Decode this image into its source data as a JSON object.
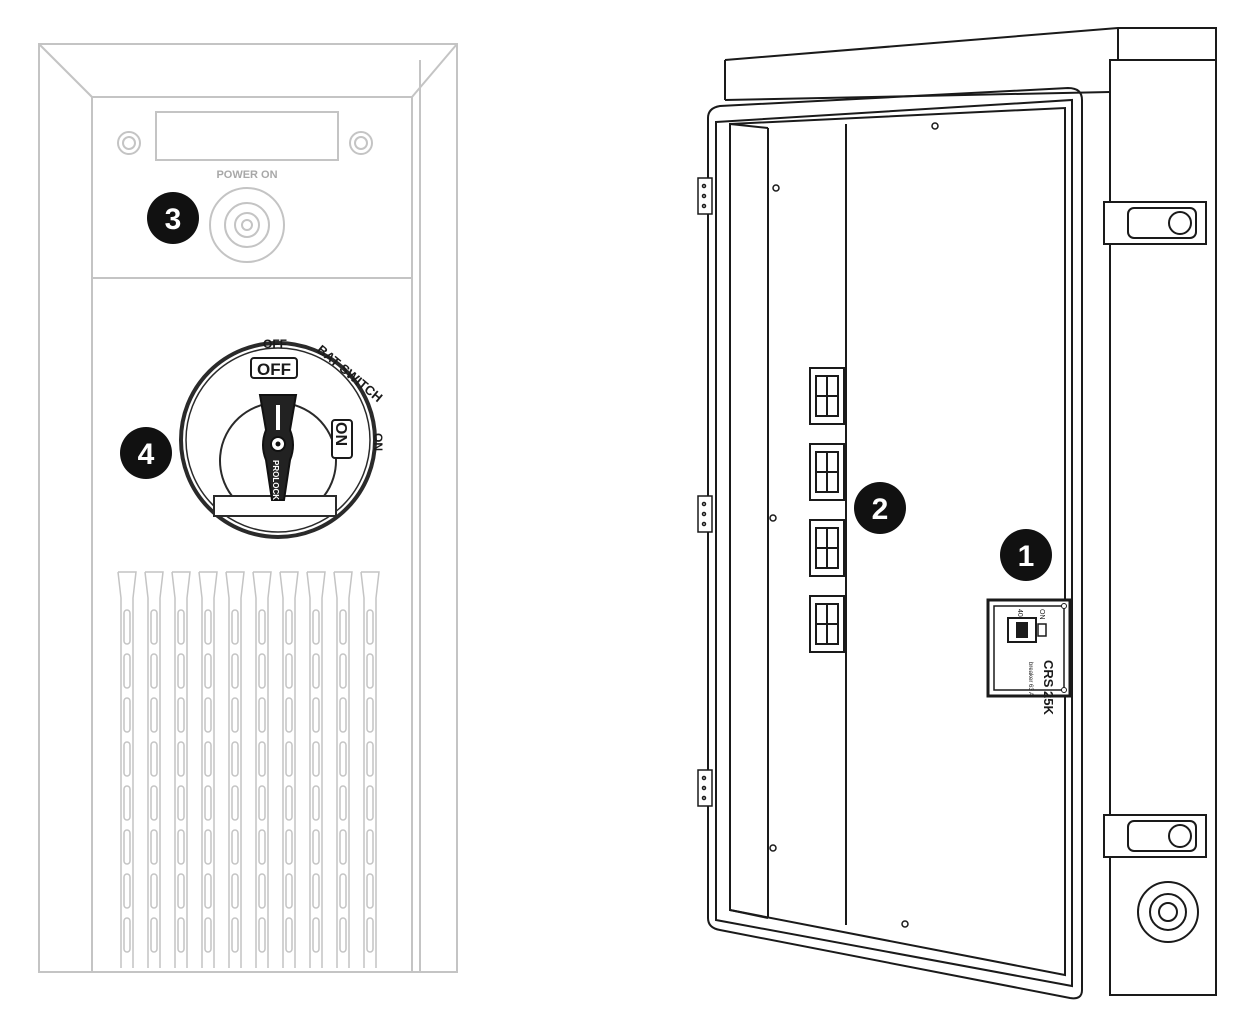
{
  "left_unit": {
    "power_label": "POWER ON",
    "switch_off_label": "OFF",
    "switch_off_box": "OFF",
    "switch_name": "BAT SWITCH",
    "switch_on_box": "ON",
    "switch_on_label": "ON",
    "handle_text": "PROLOCK"
  },
  "right_unit": {
    "breaker_label": "CRS 25K",
    "breaker_sub": "breaker 63 A",
    "breaker_pos_a": "40",
    "breaker_pos_b": "ON"
  },
  "markers": [
    {
      "number": "1",
      "target": "circuit-breaker"
    },
    {
      "number": "2",
      "target": "battery-connectors"
    },
    {
      "number": "3",
      "target": "power-on-button"
    },
    {
      "number": "4",
      "target": "battery-switch"
    }
  ],
  "colors": {
    "marker_fill": "#111111",
    "line_dark": "#1a1a1a",
    "line_faded": "#c4c4c4",
    "label_faded": "#a8a8a8"
  }
}
